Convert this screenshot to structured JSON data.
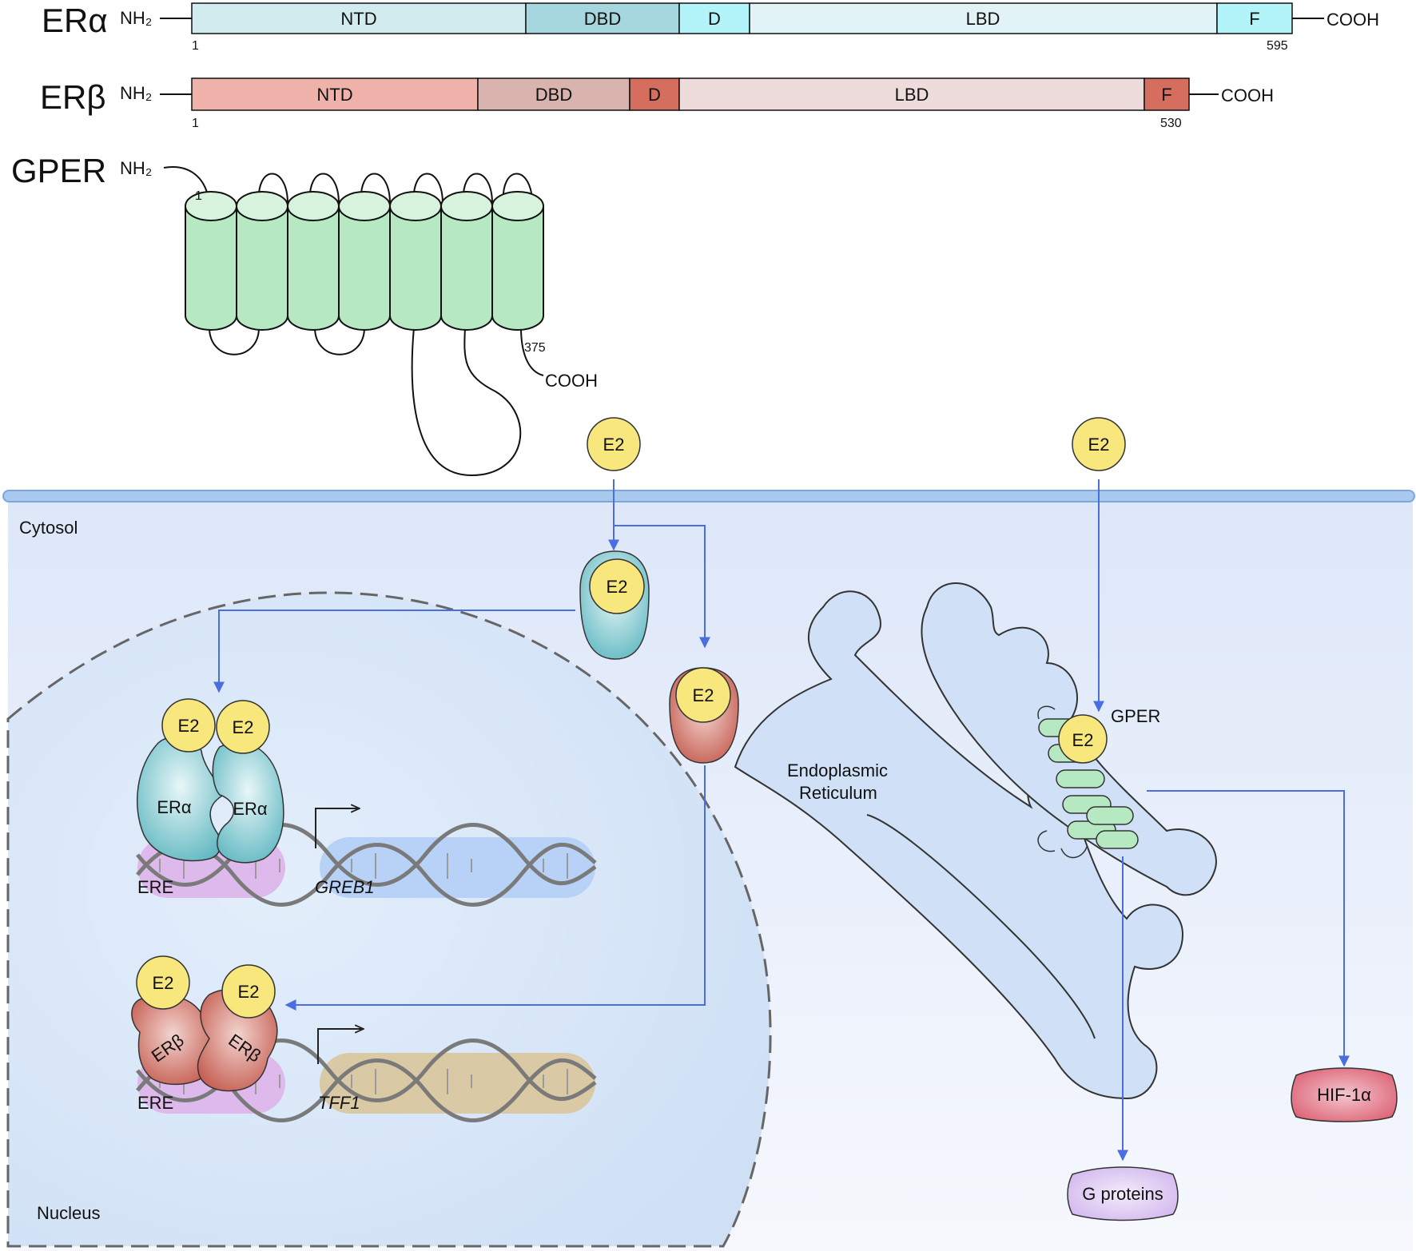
{
  "era": {
    "name": "ERα",
    "n_term": "NH₂",
    "c_term": "COOH",
    "start": "1",
    "end": "595",
    "domains": [
      "NTD",
      "DBD",
      "D",
      "LBD",
      "F"
    ]
  },
  "erb": {
    "name": "ERβ",
    "n_term": "NH₂",
    "c_term": "COOH",
    "start": "1",
    "end": "530",
    "domains": [
      "NTD",
      "DBD",
      "D",
      "LBD",
      "F"
    ]
  },
  "gper": {
    "name": "GPER",
    "n_term": "NH₂",
    "c_term": "COOH",
    "start": "1",
    "end": "375"
  },
  "ligand": "E2",
  "labels": {
    "cytosol": "Cytosol",
    "nucleus": "Nucleus",
    "er_line1": "Endoplasmic",
    "er_line2": "Reticulum",
    "gper_membrane": "GPER",
    "er_alpha": "ERα",
    "er_beta": "ERβ",
    "ere": "ERE",
    "greb1": "GREB1",
    "tff1": "TFF1",
    "g_proteins": "G proteins",
    "hif": "HIF-1α"
  },
  "colors": {
    "era_light": "#d2ebee",
    "era_dbd": "#a6d6de",
    "era_accent": "#b3f4fb",
    "erb_light": "#eeb2aa",
    "erb_dbd": "#d9b3ad",
    "erb_accent": "#d56e5f",
    "gper_green": "#b6e8c1",
    "e2_yellow": "#f7e77c",
    "arrow_blue": "#4a6ee0"
  }
}
